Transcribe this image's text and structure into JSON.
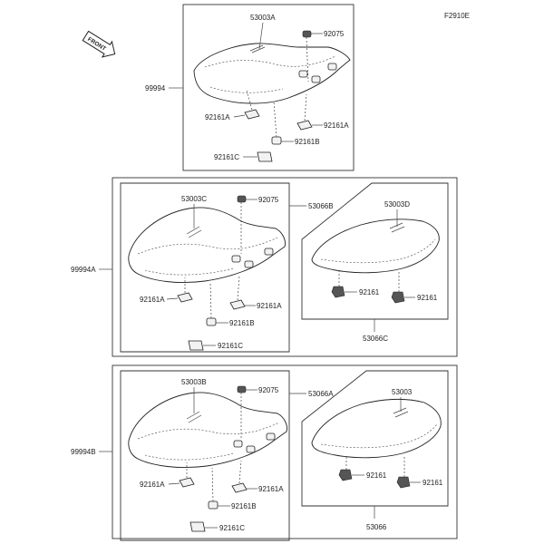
{
  "figure_code": "F2910E",
  "front_badge": "FRONT",
  "groups": {
    "top": {
      "assembly": "99994",
      "seat": "53003A",
      "grommet": "92075",
      "damper_left": "92161A",
      "damper_right": "92161A",
      "damper_b": "92161B",
      "damper_c": "92161C"
    },
    "middle": {
      "assembly": "99994A",
      "seat_front": "53003C",
      "grommet": "92075",
      "seat_sub": "53066B",
      "damper_left": "92161A",
      "damper_right": "92161A",
      "damper_b": "92161B",
      "damper_c": "92161C",
      "rear_seat": "53003D",
      "rear_damper_left": "92161",
      "rear_damper_right": "92161",
      "rear_sub": "53066C"
    },
    "bottom": {
      "assembly": "99994B",
      "seat_front": "53003B",
      "grommet": "92075",
      "seat_sub": "53066A",
      "damper_left": "92161A",
      "damper_right": "92161A",
      "damper_b": "92161B",
      "damper_c": "92161C",
      "rear_seat": "53003",
      "rear_damper_left": "92161",
      "rear_damper_right": "92161",
      "rear_sub": "53066"
    }
  }
}
